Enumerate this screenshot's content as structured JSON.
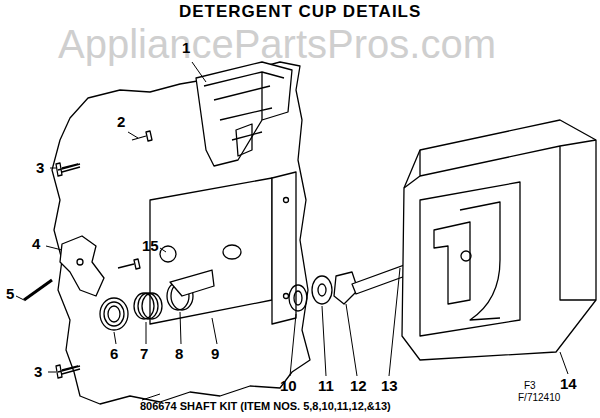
{
  "diagram": {
    "title": "DETERGENT CUP DETAILS",
    "labels": [
      "AppliancePartsPros.com",
      "1",
      "2",
      "3",
      "4",
      "15",
      "5",
      "3",
      "6",
      "7",
      "8",
      "9",
      "10",
      "11",
      "12",
      "13",
      "14",
      "F3",
      "F/712410",
      "806674 SHAFT KIT (ITEM NOS. 5,8,10,11,12,&13)"
    ]
  }
}
